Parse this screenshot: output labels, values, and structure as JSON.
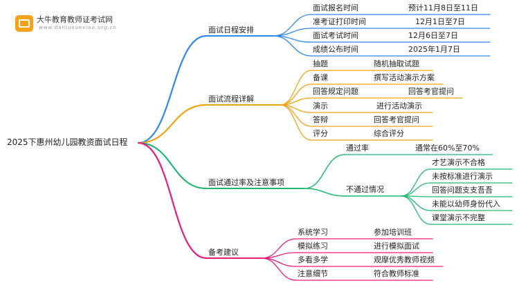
{
  "brand": {
    "name": "大牛教育教师证考试网",
    "url": "www.daniuxuexiao.org.cn"
  },
  "root": "2025下惠州幼儿园教资面试日程",
  "colors": {
    "schedule": "#2f86ec",
    "process": "#f2a312",
    "pass": "#1fb870",
    "prep": "#e8197a"
  },
  "branches": [
    {
      "title": "面试日程安排",
      "items": [
        {
          "label": "面试报名时间",
          "value": "预计11月8日至11日"
        },
        {
          "label": "准考证打印时间",
          "value": "12月1日至7日"
        },
        {
          "label": "面试考试时间",
          "value": "12月6日至7日"
        },
        {
          "label": "成绩公布时间",
          "value": "2025年1月7日"
        }
      ]
    },
    {
      "title": "面试流程详解",
      "items": [
        {
          "label": "抽题",
          "value": "随机抽取试题"
        },
        {
          "label": "备课",
          "value": "撰写活动演示方案"
        },
        {
          "label": "回答规定问题",
          "value": "回答考官提问"
        },
        {
          "label": "演示",
          "value": "进行活动演示"
        },
        {
          "label": "答辩",
          "value": "回答考官提问"
        },
        {
          "label": "评分",
          "value": "综合评分"
        }
      ]
    },
    {
      "title": "面试通过率及注意事项",
      "pass_rate": {
        "label": "通过率",
        "value": "通常在60%至70%"
      },
      "fail": {
        "label": "不通过情况",
        "items": [
          "才艺演示不合格",
          "未按标准进行演示",
          "回答问题支支吾吾",
          "未能以幼师身份代入",
          "课堂演示不完整"
        ]
      }
    },
    {
      "title": "备考建议",
      "items": [
        {
          "label": "系统学习",
          "value": "参加培训班"
        },
        {
          "label": "模拟练习",
          "value": "进行模拟面试"
        },
        {
          "label": "多看多学",
          "value": "观摩优秀教师视频"
        },
        {
          "label": "注意细节",
          "value": "符合教师标准"
        }
      ]
    }
  ]
}
